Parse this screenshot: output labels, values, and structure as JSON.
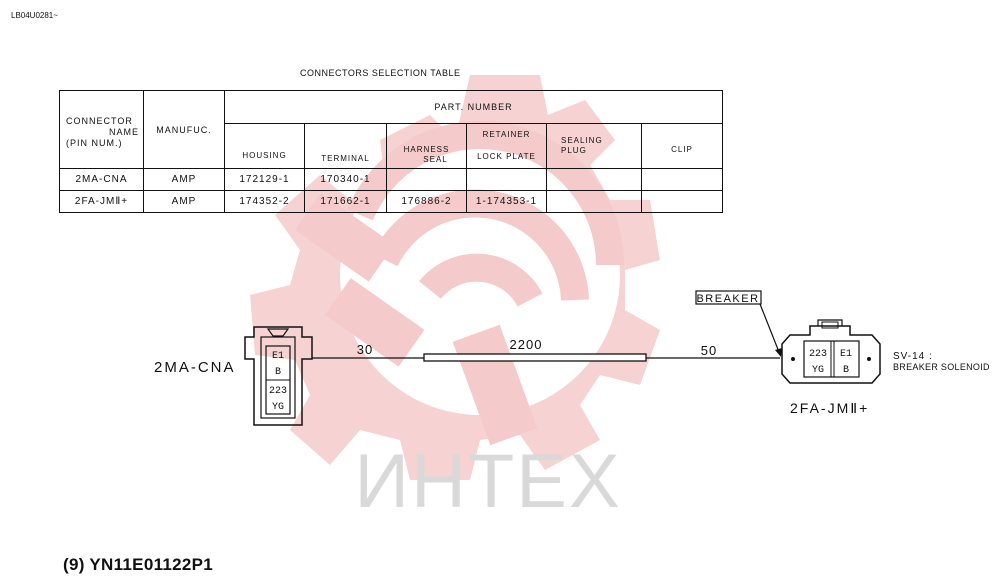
{
  "header": {
    "doc_code": "LB04U0281~"
  },
  "table": {
    "title": "CONNECTORS SELECTION TABLE",
    "connector_header": [
      "CONNECTOR",
      "NAME",
      "(PIN NUM.)"
    ],
    "manufacturer_header": "MANUFUC.",
    "part_number_header": "PART. NUMBER",
    "columns": {
      "housing": "HOUSING",
      "terminal": "TERMINAL",
      "harness_seal": [
        "HARNESS",
        "SEAL"
      ],
      "retainer": "RETAINER",
      "lock_plate": "LOCK PLATE",
      "sealing_plug": [
        "SEALING",
        "PLUG"
      ],
      "clip": "CLIP"
    },
    "rows": [
      {
        "connector": "2MA-CNA",
        "manufacturer": "AMP",
        "housing": "172129-1",
        "terminal": "170340-1",
        "harness_seal": "",
        "lock_plate": "",
        "sealing_plug": "",
        "clip": ""
      },
      {
        "connector": "2FA-JMⅡ+",
        "manufacturer": "AMP",
        "housing": "174352-2",
        "terminal": "171662-1",
        "harness_seal": "176886-2",
        "lock_plate": "1-174353-1",
        "sealing_plug": "",
        "clip": ""
      }
    ]
  },
  "diagram": {
    "left_connector": {
      "name": "2MA-CNA",
      "pins": [
        {
          "num": "E1",
          "color": "B"
        },
        {
          "num": "223",
          "color": "YG"
        }
      ]
    },
    "segments": {
      "left": "30",
      "middle": "2200",
      "right": "50"
    },
    "breaker_label": "BREAKER",
    "right_connector": {
      "name": "2FA-JMⅡ+",
      "pins": [
        {
          "num": "223",
          "color": "YG"
        },
        {
          "num": "E1",
          "color": "B"
        }
      ],
      "device_code": "SV-14 :",
      "device_name": "BREAKER SOLENOID"
    },
    "watermark": "ИНТЕХ",
    "colors": {
      "line": "#111111",
      "watermark": "#f3c3c3",
      "watermark_text": "#d6d6d6"
    }
  },
  "footer": {
    "code": "(9) YN11E01122P1"
  }
}
